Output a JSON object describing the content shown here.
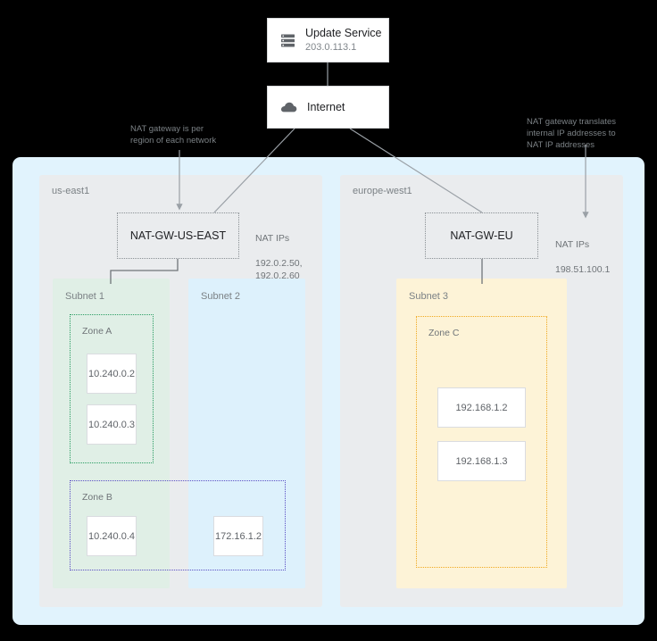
{
  "external": {
    "update_service": {
      "icon": "server-stack-icon",
      "title": "Update Service",
      "ip": "203.0.113.1"
    },
    "internet": {
      "icon": "cloud-icon",
      "label": "Internet"
    }
  },
  "annotations": {
    "left": "NAT gateway is per\nregion of each network",
    "right": "NAT gateway translates\ninternal IP addresses to\nNAT IP addresses"
  },
  "regions": [
    {
      "name": "us-east1",
      "gateway": {
        "name": "NAT-GW-US-EAST",
        "nat_ips_label": "NAT IPs",
        "nat_ips": "192.0.2.50,\n192.0.2.60"
      }
    },
    {
      "name": "europe-west1",
      "gateway": {
        "name": "NAT-GW-EU",
        "nat_ips_label": "NAT IPs",
        "nat_ips": "198.51.100.1"
      }
    }
  ],
  "subnets": [
    {
      "name": "Subnet 1",
      "color": "#e0efe6"
    },
    {
      "name": "Subnet 2",
      "color": "#ddf1fc"
    },
    {
      "name": "Subnet 3",
      "color": "#fdf3d7"
    }
  ],
  "zones": [
    {
      "name": "Zone A",
      "border_color": "#2a9d63"
    },
    {
      "name": "Zone B",
      "border_color": "#5a4fc4"
    },
    {
      "name": "Zone C",
      "border_color": "#f0a81e"
    }
  ],
  "instances": [
    {
      "ip": "10.240.0.2",
      "zone": "Zone A",
      "subnet": "Subnet 1"
    },
    {
      "ip": "10.240.0.3",
      "zone": "Zone A",
      "subnet": "Subnet 1"
    },
    {
      "ip": "10.240.0.4",
      "zone": "Zone B",
      "subnet": "Subnet 1"
    },
    {
      "ip": "172.16.1.2",
      "zone": "Zone B",
      "subnet": "Subnet 2"
    },
    {
      "ip": "192.168.1.2",
      "zone": "Zone C",
      "subnet": "Subnet 3"
    },
    {
      "ip": "192.168.1.3",
      "zone": "Zone C",
      "subnet": "Subnet 3"
    }
  ],
  "colors": {
    "canvas": "#e1f3fd",
    "region": "#eaecee",
    "node_fill": "#ffffff",
    "line": "#9aa0a6",
    "text_primary": "#202124",
    "text_muted": "#7b8185"
  }
}
